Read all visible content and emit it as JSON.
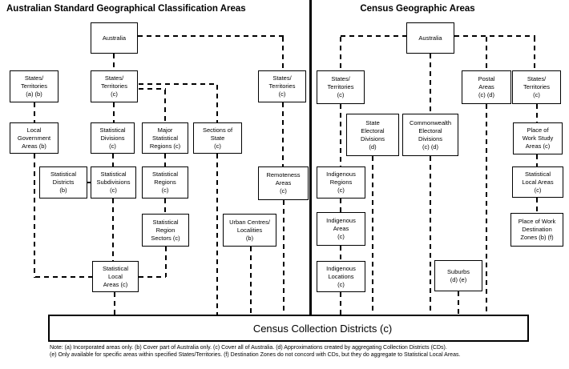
{
  "titles": {
    "left": "Australian Standard Geographical Classification Areas",
    "right": "Census Geographic Areas"
  },
  "nodes": {
    "asgc_australia": "Australia",
    "asgc_st_ab": "States/\nTerritories\n(a) (b)",
    "asgc_st_c": "States/\nTerritories\n(c)",
    "asgc_st_c2": "States/\nTerritories\n(c)",
    "asgc_lga": "Local\nGovernment\nAreas (b)",
    "asgc_sd": "Statistical\nDivisions\n(c)",
    "asgc_msr": "Major\nStatistical\nRegions (c)",
    "asgc_sos": "Sections of\nState\n(c)",
    "asgc_sdist": "Statistical\nDistricts\n(b)",
    "asgc_ssd": "Statistical\nSubdivisions\n(c)",
    "asgc_sr": "Statistical\nRegions\n(c)",
    "asgc_remote": "Remoteness\nAreas\n(c)",
    "asgc_srs": "Statistical\nRegion\nSectors (c)",
    "asgc_ucl": "Urban Centres/\nLocalities\n(b)",
    "asgc_sla": "Statistical\nLocal\nAreas (c)",
    "cga_australia": "Australia",
    "cga_st_left": "States/\nTerritories\n(c)",
    "cga_postal": "Postal\nAreas\n(c) (d)",
    "cga_st_right": "States/\nTerritories\n(c)",
    "cga_sed": "State\nElectoral\nDivisions\n(d)",
    "cga_ced": "Commonwealth\nElectoral\nDivisions\n(c) (d)",
    "cga_pwsa": "Place of\nWork Study\nAreas (c)",
    "cga_ir": "Indigenous\nRegions\n(c)",
    "cga_sla": "Statistical\nLocal Areas\n(c)",
    "cga_ia": "Indigenous\nAreas\n(c)",
    "cga_pwdz": "Place of Work\nDestination\nZones (b) (f)",
    "cga_il": "Indigenous\nLocations\n(c)",
    "cga_suburbs": "Suburbs\n(d) (e)"
  },
  "bottom": {
    "label": "Census Collection Districts (c)"
  },
  "notes": {
    "line1": "Note: (a) Incorporated areas only. (b) Cover part of Australia only. (c) Cover all of Australia. (d) Approximations created by aggregating Collection Districts (CDs).",
    "line2": "(e) Only available for specific areas within specified States/Territories. (f) Destination Zones do not concord with CDs, but they do aggregate to Statistical Local Areas."
  },
  "colors": {
    "ink": "#000000",
    "background": "#ffffff"
  }
}
